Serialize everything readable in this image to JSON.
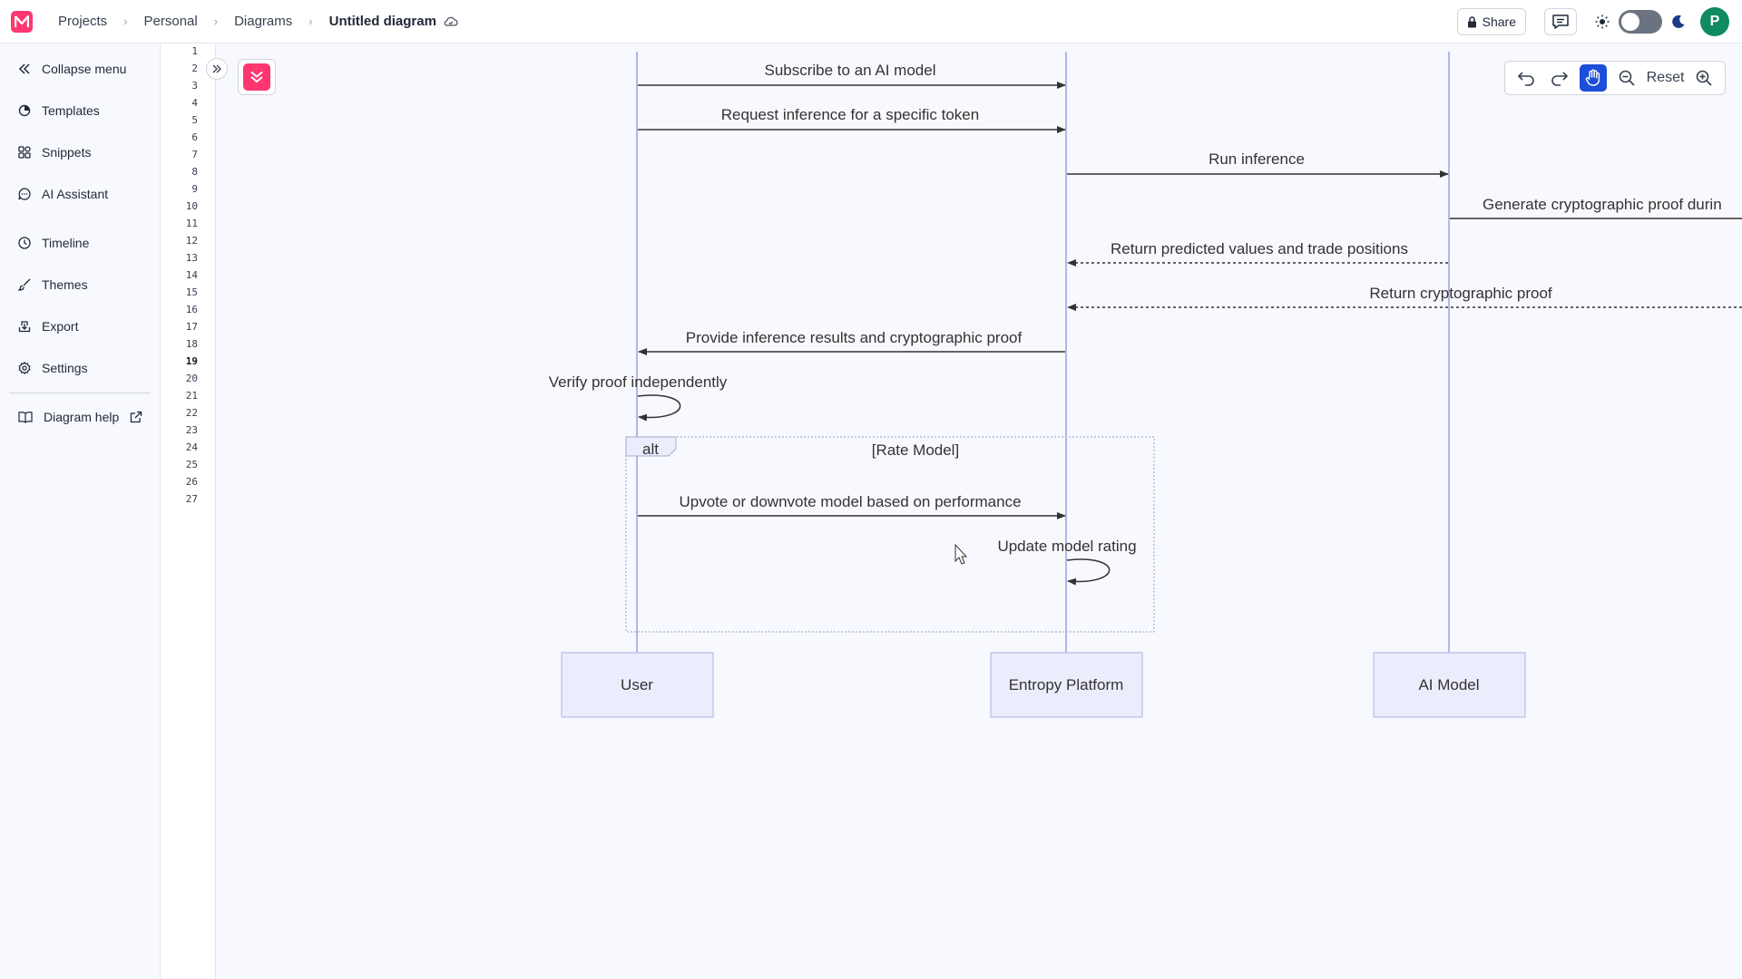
{
  "breadcrumb": {
    "items": [
      "Projects",
      "Personal",
      "Diagrams"
    ],
    "current": "Untitled diagram"
  },
  "header": {
    "share_label": "Share",
    "avatar_initial": "P",
    "accent_color": "#ff3670",
    "avatar_color": "#0f8a63"
  },
  "sidebar": {
    "items": [
      {
        "label": "Collapse menu",
        "icon": "chevrons-left-icon"
      },
      {
        "label": "Templates",
        "icon": "templates-icon"
      },
      {
        "label": "Snippets",
        "icon": "snippets-icon"
      },
      {
        "label": "AI Assistant",
        "icon": "ai-chat-icon"
      },
      {
        "label": "Timeline",
        "icon": "clock-icon"
      },
      {
        "label": "Themes",
        "icon": "brush-icon"
      },
      {
        "label": "Export",
        "icon": "export-icon"
      },
      {
        "label": "Settings",
        "icon": "gear-icon"
      },
      {
        "label": "Diagram help",
        "icon": "book-icon"
      }
    ]
  },
  "editor": {
    "line_numbers": [
      "1",
      "2",
      "3",
      "4",
      "5",
      "6",
      "7",
      "8",
      "9",
      "10",
      "11",
      "12",
      "13",
      "14",
      "15",
      "16",
      "17",
      "18",
      "19",
      "20",
      "21",
      "22",
      "23",
      "24",
      "25",
      "26",
      "27"
    ],
    "active_line": "19"
  },
  "canvas_toolbar": {
    "reset_label": "Reset"
  },
  "diagram": {
    "participants": [
      "User",
      "Entropy Platform",
      "AI Model"
    ],
    "messages": [
      "Subscribe to an AI model",
      "Request inference for a specific token",
      "Run inference",
      "Generate cryptographic proof durin",
      "Return predicted values and trade positions",
      "Return cryptographic proof",
      "Provide inference results and cryptographic proof",
      "Verify proof independently",
      "Upvote or downvote model based on performance",
      "Update model rating"
    ],
    "alt_label": "alt",
    "alt_condition": "[Rate Model]"
  }
}
